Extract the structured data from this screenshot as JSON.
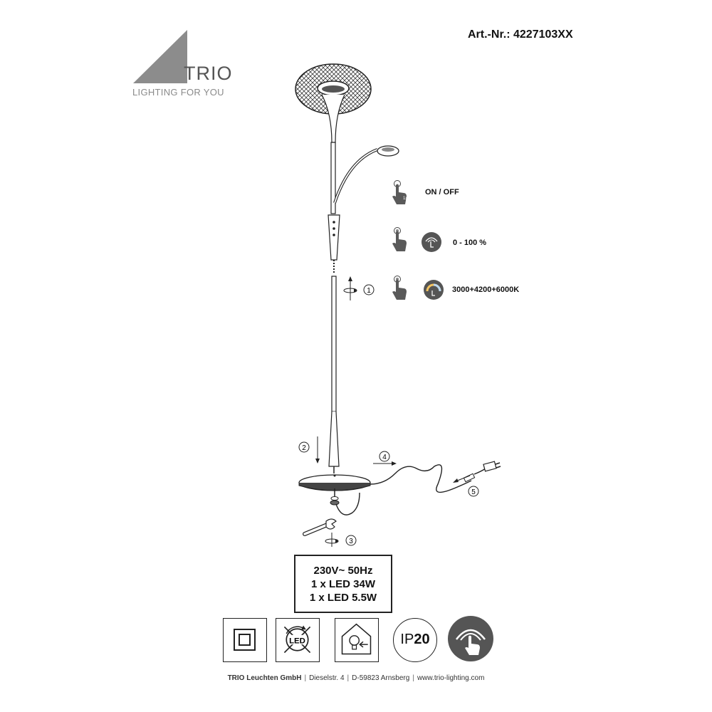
{
  "brand": {
    "name": "TRIO",
    "tagline": "LIGHTING FOR YOU"
  },
  "article_number": "Art.-Nr.: 4227103XX",
  "controls": [
    {
      "icon": "tap-once-icon",
      "tap_count": "1x",
      "label": "ON / OFF"
    },
    {
      "icon": "touch-dimmer-icon",
      "label": "0 - 100 %"
    },
    {
      "icon": "color-temperature-icon",
      "label": "3000+4200+6000K"
    }
  ],
  "steps": [
    "1",
    "2",
    "3",
    "4",
    "5"
  ],
  "specs": [
    "230V~ 50Hz",
    "1 x LED 34W",
    "1 x LED 5.5W"
  ],
  "symbols": [
    {
      "icon": "protection-class-2-icon"
    },
    {
      "icon": "led-not-replaceable-icon",
      "text": "LED"
    },
    {
      "icon": "indoor-use-only-icon"
    },
    {
      "icon": "ip-rating-icon",
      "text_prefix": "IP",
      "text_value": "20"
    },
    {
      "icon": "touch-dimmer-symbol-icon"
    }
  ],
  "footer": {
    "company": "TRIO Leuchten GmbH",
    "street": "Dieselstr. 4",
    "city": "D-59823 Arnsberg",
    "web": "www.trio-lighting.com"
  }
}
